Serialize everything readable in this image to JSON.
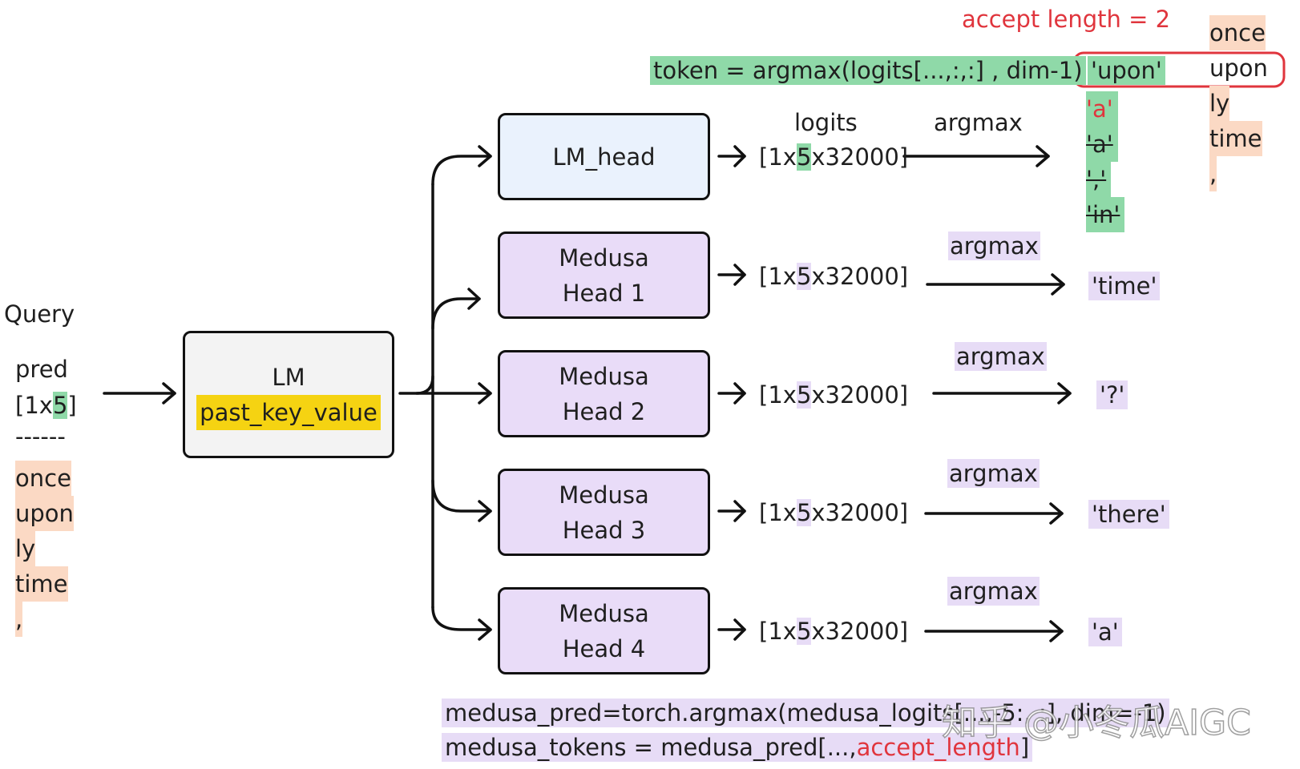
{
  "header": {
    "accept_length": "accept length = 2",
    "token_formula": "token = argmax(logits[...,:,:] ,  dim-1)",
    "accepted_token": "'upon'"
  },
  "query": {
    "label": "Query",
    "pred": "pred",
    "shape_prefix": "[1x",
    "shape_num": "5",
    "shape_suffix": "]",
    "separator": "------",
    "tokens": [
      "once",
      "upon",
      "ly",
      "time",
      ","
    ]
  },
  "output_tokens": [
    "once",
    "upon",
    "ly",
    "time",
    ","
  ],
  "lm_box": {
    "title": "LM",
    "cache": "past_key_value"
  },
  "heads": [
    {
      "line1": "LM_head",
      "line2": "",
      "logits_label": "logits",
      "shape_prefix": "[1x",
      "shape_num": "5",
      "shape_suffix": "x32000]",
      "argmax": "argmax",
      "result": ""
    },
    {
      "line1": "Medusa",
      "line2": "Head 1",
      "shape_prefix": "[1x",
      "shape_num": "5",
      "shape_suffix": "x32000]",
      "argmax": "argmax",
      "result": "'time'"
    },
    {
      "line1": "Medusa",
      "line2": "Head 2",
      "shape_prefix": "[1x",
      "shape_num": "5",
      "shape_suffix": "x32000]",
      "argmax": "argmax",
      "result": "'?'"
    },
    {
      "line1": "Medusa",
      "line2": "Head 3",
      "shape_prefix": "[1x",
      "shape_num": "5",
      "shape_suffix": "x32000]",
      "argmax": "argmax",
      "result": "'there'"
    },
    {
      "line1": "Medusa",
      "line2": "Head 4",
      "shape_prefix": "[1x",
      "shape_num": "5",
      "shape_suffix": "x32000]",
      "argmax": "argmax",
      "result": "'a'"
    }
  ],
  "lm_head_tokens": [
    "'a'",
    "'a'",
    "','",
    "'in'"
  ],
  "footer": {
    "line1": "medusa_pred=torch.argmax(medusa_logits[...,-5:, :], dim=-1)",
    "line2_prefix": "medusa_tokens = medusa_pred[...,",
    "line2_highlight": "accept_length",
    "line2_suffix": "]"
  },
  "watermark": "知乎 @小冬瓜AIGC",
  "colors": {
    "green": "#8fd9a8",
    "purple": "#e7dcf6",
    "peach": "#fbd9c4",
    "yellow": "#f5d312",
    "red": "#e0353d",
    "lm_head_fill": "#eaf2fd",
    "medusa_fill": "#e9dcf8",
    "lm_fill": "#f3f3f3"
  }
}
